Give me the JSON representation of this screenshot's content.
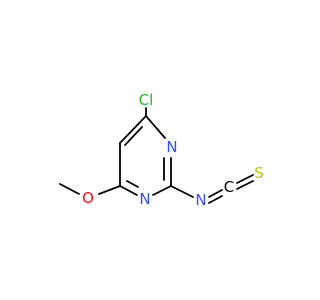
{
  "molecule": {
    "atoms": {
      "chlorine": {
        "label": "Cl",
        "color": "#2db52d"
      },
      "ring_n3": {
        "label": "N",
        "color": "#3050f8"
      },
      "ring_n1": {
        "label": "N",
        "color": "#3050f8"
      },
      "oxygen": {
        "label": "O",
        "color": "#ff0d0d"
      },
      "isothiocyanate_n": {
        "label": "N",
        "color": "#3050f8"
      },
      "isothiocyanate_c": {
        "label": "C",
        "color": "#000000"
      },
      "sulfur": {
        "label": "S",
        "color": "#c8c800"
      }
    },
    "bond_color": "#000000"
  }
}
